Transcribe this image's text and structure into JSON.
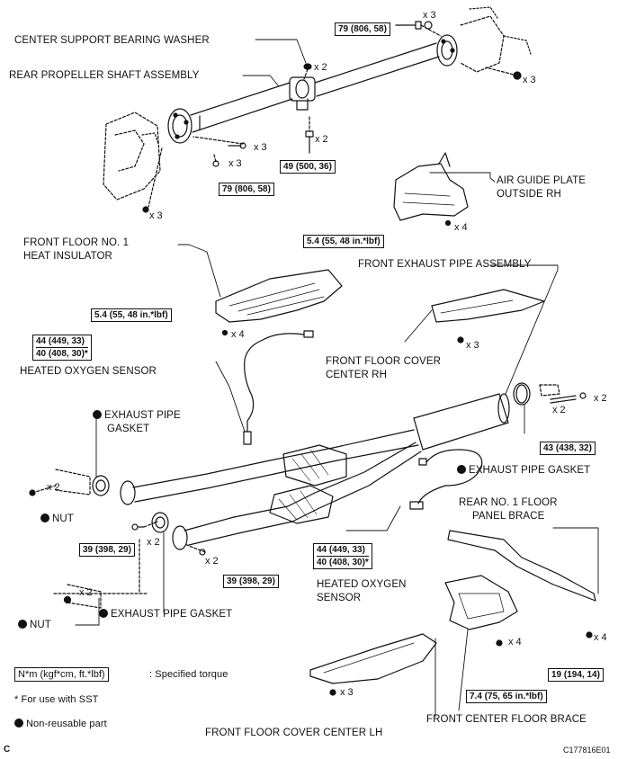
{
  "labels": {
    "center_support_bearing_washer": "CENTER SUPPORT BEARING WASHER",
    "rear_propeller_shaft_assembly": "REAR PROPELLER SHAFT ASSEMBLY",
    "air_guide_plate_line1": "AIR GUIDE PLATE",
    "air_guide_plate_line2": "OUTSIDE RH",
    "front_floor_heat_insulator_line1": "FRONT FLOOR NO. 1",
    "front_floor_heat_insulator_line2": "HEAT INSULATOR",
    "front_exhaust_pipe_assembly": "FRONT EXHAUST PIPE ASSEMBLY",
    "heated_oxygen_sensor_upper": "HEATED OXYGEN SENSOR",
    "front_floor_cover_center_rh_line1": "FRONT FLOOR COVER",
    "front_floor_cover_center_rh_line2": "CENTER RH",
    "exhaust_pipe_gasket_upper_line1": "EXHAUST PIPE",
    "exhaust_pipe_gasket_upper_line2": "GASKET",
    "exhaust_pipe_gasket_right": "EXHAUST PIPE GASKET",
    "nut_upper": "NUT",
    "rear_floor_panel_brace_line1": "REAR NO. 1 FLOOR",
    "rear_floor_panel_brace_line2": "PANEL BRACE",
    "heated_oxygen_sensor_lower_line1": "HEATED OXYGEN",
    "heated_oxygen_sensor_lower_line2": "SENSOR",
    "nut_lower": "NUT",
    "exhaust_pipe_gasket_lower": "EXHAUST PIPE GASKET",
    "front_center_floor_brace": "FRONT CENTER FLOOR BRACE",
    "front_floor_cover_center_lh": "FRONT FLOOR COVER CENTER LH"
  },
  "torques": {
    "t_top": "79 (806, 58)",
    "t_mid_left": "79 (806, 58)",
    "t_center_bearing": "49 (500, 36)",
    "t_air_guide": "5.4 (55, 48 in.*lbf)",
    "t_heat_insulator": "5.4 (55, 48 in.*lbf)",
    "t_sensor_upper_a": "44 (449, 33)",
    "t_sensor_upper_b": "40 (408, 30)*",
    "t_right_flange": "43 (438, 32)",
    "t_left_flange": "39 (398, 29)",
    "t_center_flange": "39 (398, 29)",
    "t_sensor_lower_a": "44 (449, 33)",
    "t_sensor_lower_b": "40 (408, 30)*",
    "t_floor_brace": "7.4 (75, 65 in.*lbf)",
    "t_panel_brace": "19 (194, 14)"
  },
  "quantities": {
    "q_top_bolt": "x 3",
    "q_top_nut": "x 3",
    "q_washer": "x 2",
    "q_bolt_left": "x 3",
    "q_nut_left_a": "x 3",
    "q_nut_left_b": "x 3",
    "q_bearing_bolt": "x 2",
    "q_air_guide": "x 4",
    "q_insulator": "x 4",
    "q_cover_rh": "x 3",
    "q_right_bolt": "x 2",
    "q_right_spring": "x 2",
    "q_left_nut": "x 2",
    "q_left_bolt": "x 2",
    "q_center_bolt": "x 2",
    "q_lower_nut": "x 2",
    "q_floor_brace": "x 4",
    "q_panel_brace": "x 4",
    "q_cover_lh": "x 3"
  },
  "legend": {
    "torque_unit": "N*m (kgf*cm, ft.*lbf)",
    "torque_desc": ": Specified torque",
    "sst_note": "* For use with SST",
    "non_reusable": "Non-reusable part"
  },
  "corner": {
    "left": "C",
    "right": "C177816E01"
  }
}
